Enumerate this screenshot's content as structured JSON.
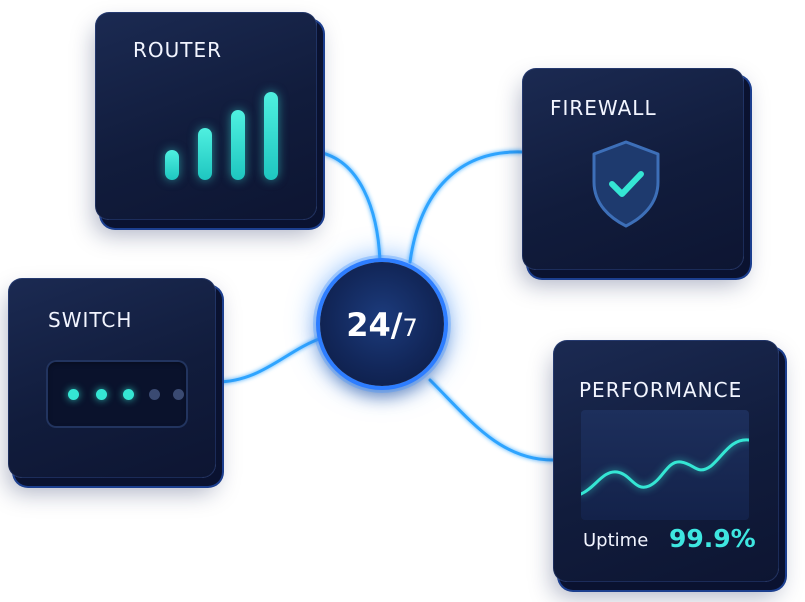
{
  "cards": {
    "router": {
      "title": "ROUTER",
      "signal_bars": 4
    },
    "firewall": {
      "title": "FIREWALL",
      "icon": "shield-check-icon"
    },
    "switch": {
      "title": "SWITCH",
      "ports_total": 5,
      "ports_active": 3
    },
    "performance": {
      "title": "PERFORMANCE",
      "uptime_label": "Uptime",
      "uptime_value": "99.9%"
    }
  },
  "hub": {
    "main": "24/",
    "small": "7"
  },
  "colors": {
    "card_bg": "#111c3c",
    "accent_teal": "#35e6d4",
    "link_blue": "#2fa4ff",
    "hub_ring": "#2d7dff"
  }
}
